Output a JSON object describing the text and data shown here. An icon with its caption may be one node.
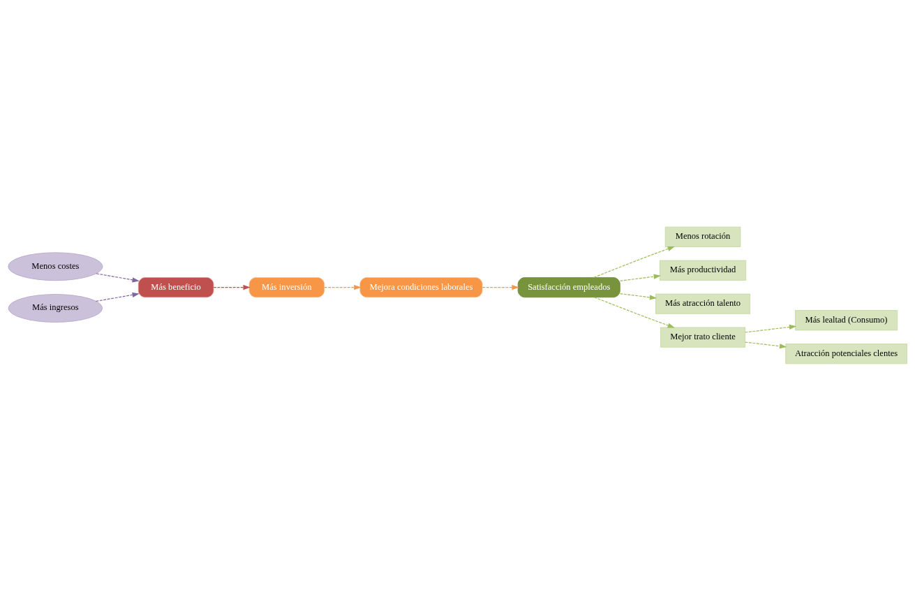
{
  "diagram": {
    "nodes": [
      {
        "text": [
          "Satisfacción empleados"
        ]
      },
      {
        "text": [
          "Menos rotación"
        ]
      },
      {
        "text": [
          "Más productividad"
        ]
      },
      {
        "text": [
          "Más atracción talento"
        ]
      },
      {
        "text": [
          "Mejor trato cliente"
        ]
      },
      {
        "text": [
          "Más lealtad (Consumo)"
        ]
      },
      {
        "text": [
          "Atracción potenciales clentes"
        ]
      },
      {
        "text": [
          "Menos costes"
        ]
      },
      {
        "text": [
          "Más ingresos"
        ]
      },
      {
        "text": [
          "Más beneficio"
        ]
      },
      {
        "text": [
          "Más inversión"
        ]
      },
      {
        "text": [
          "Mejora condiciones laborales"
        ]
      }
    ],
    "edges": [
      {
        "from": 0,
        "to": 1,
        "arrow": "to",
        "style": "dashed"
      },
      {
        "from": 0,
        "to": 2,
        "arrow": "to",
        "style": "dashed"
      },
      {
        "from": 0,
        "to": 3,
        "arrow": "to",
        "style": "dashed"
      },
      {
        "from": 0,
        "to": 4,
        "arrow": "to",
        "style": "dashed"
      },
      {
        "from": 4,
        "to": 5,
        "arrow": "to",
        "style": "dashed"
      },
      {
        "from": 4,
        "to": 6,
        "arrow": "to",
        "style": "dashed"
      },
      {
        "from": 7,
        "to": 9,
        "arrow": "to",
        "style": "dashed",
        "color": "#8064a2"
      },
      {
        "from": 8,
        "to": 9,
        "arrow": "to",
        "style": "dashed",
        "color": "#8064a2"
      },
      {
        "from": 9,
        "to": 10,
        "arrow": "to",
        "style": "dashed",
        "color": "#c0504d"
      },
      {
        "from": 10,
        "to": 11,
        "arrow": "to",
        "style": "dashed",
        "color": "#f79646"
      },
      {
        "from": 11,
        "to": 0,
        "arrow": "to",
        "style": "dashed",
        "color": "#f79646"
      }
    ]
  }
}
